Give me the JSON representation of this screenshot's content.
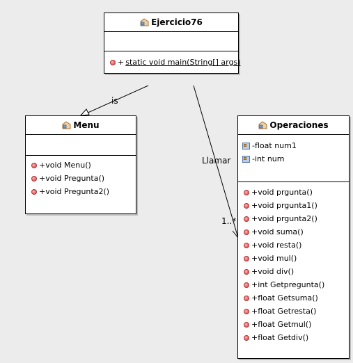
{
  "classes": {
    "ejercicio76": {
      "name": "Ejercicio76",
      "methods": [
        {
          "visibility": "+",
          "text": "static void main(String[] args)"
        }
      ]
    },
    "menu": {
      "name": "Menu",
      "methods": [
        {
          "visibility": "+",
          "text": "void Menu()"
        },
        {
          "visibility": "+",
          "text": "void Pregunta()"
        },
        {
          "visibility": "+",
          "text": "void Pregunta2()"
        }
      ]
    },
    "operaciones": {
      "name": "Operaciones",
      "attributes": [
        {
          "visibility": "-",
          "text": "float num1"
        },
        {
          "visibility": "-",
          "text": "int num"
        }
      ],
      "methods": [
        {
          "visibility": "+",
          "text": "void prgunta()"
        },
        {
          "visibility": "+",
          "text": "void prgunta1()"
        },
        {
          "visibility": "+",
          "text": "void prgunta2()"
        },
        {
          "visibility": "+",
          "text": "void suma()"
        },
        {
          "visibility": "+",
          "text": "void resta()"
        },
        {
          "visibility": "+",
          "text": "void mul()"
        },
        {
          "visibility": "+",
          "text": "void div()"
        },
        {
          "visibility": "+",
          "text": "int Getpregunta()"
        },
        {
          "visibility": "+",
          "text": "float Getsuma()"
        },
        {
          "visibility": "+",
          "text": "float Getresta()"
        },
        {
          "visibility": "+",
          "text": "float Getmul()"
        },
        {
          "visibility": "+",
          "text": "float Getdiv()"
        }
      ]
    }
  },
  "relations": {
    "is_label": "is",
    "llamar_label": "Llamar",
    "multiplicity": "1..*"
  }
}
